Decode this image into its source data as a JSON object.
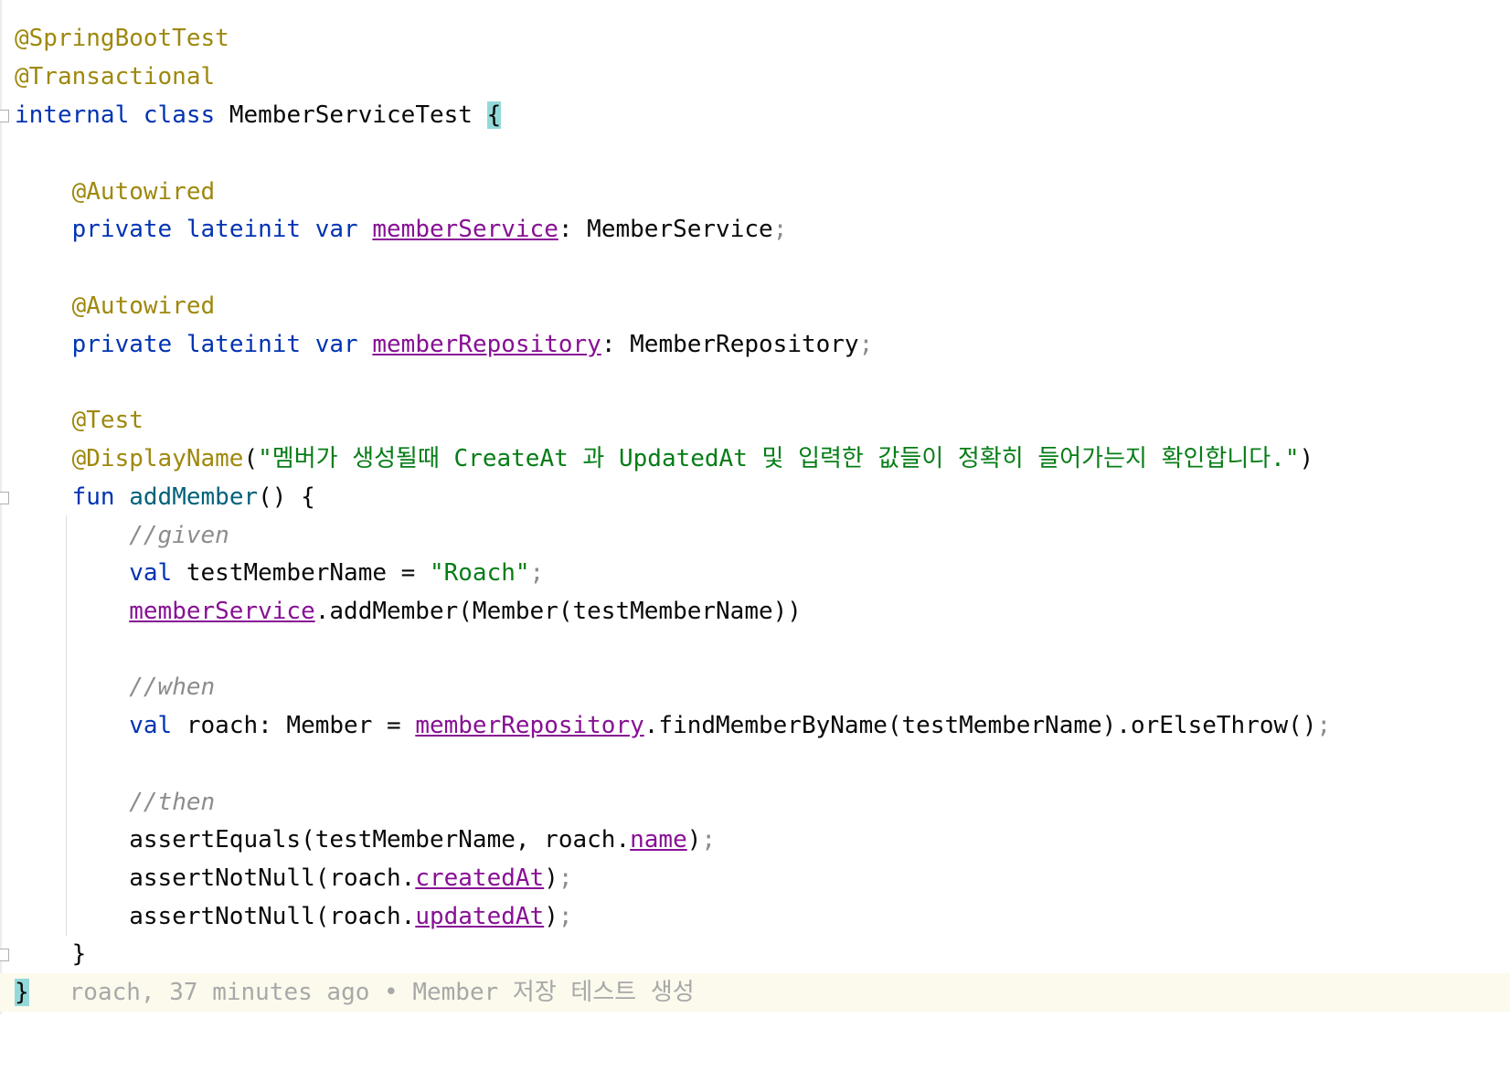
{
  "code": {
    "line1": {
      "ann": "@SpringBootTest"
    },
    "line2": {
      "ann": "@Transactional"
    },
    "line3": {
      "kw1": "internal",
      "kw2": "class",
      "name": "MemberServiceTest",
      "brace": "{"
    },
    "line5": {
      "ann": "@Autowired"
    },
    "line6": {
      "kw1": "private",
      "kw2": "lateinit",
      "kw3": "var",
      "prop": "memberService",
      "type": ": MemberService",
      "semi": ";"
    },
    "line8": {
      "ann": "@Autowired"
    },
    "line9": {
      "kw1": "private",
      "kw2": "lateinit",
      "kw3": "var",
      "prop": "memberRepository",
      "type": ": MemberRepository",
      "semi": ";"
    },
    "line11": {
      "ann": "@Test"
    },
    "line12": {
      "ann": "@DisplayName",
      "open": "(",
      "str": "\"멤버가 생성될때 CreateAt 과 UpdatedAt 및 입력한 값들이 정확히 들어가는지 확인합니다.\"",
      "close": ")"
    },
    "line13": {
      "kw": "fun",
      "fn": "addMember",
      "rest": "() {"
    },
    "line14": {
      "cmt": "//given"
    },
    "line15": {
      "kw": "val",
      "name": "testMemberName = ",
      "str": "\"Roach\"",
      "semi": ";"
    },
    "line16": {
      "prop": "memberService",
      "rest": ".addMember(Member(testMemberName))"
    },
    "line18": {
      "cmt": "//when"
    },
    "line19": {
      "kw": "val",
      "name": "roach: Member = ",
      "prop": "memberRepository",
      "rest": ".findMemberByName(testMemberName).orElseThrow()",
      "semi": ";"
    },
    "line21": {
      "cmt": "//then"
    },
    "line22": {
      "pre": "assertEquals(testMemberName, roach.",
      "prop": "name",
      "post": ")",
      "semi": ";"
    },
    "line23": {
      "pre": "assertNotNull(roach.",
      "prop": "createdAt",
      "post": ")",
      "semi": ";"
    },
    "line24": {
      "pre": "assertNotNull(roach.",
      "prop": "updatedAt",
      "post": ")",
      "semi": ";"
    },
    "line25": {
      "brace": "}"
    },
    "line26": {
      "brace": "}",
      "blame": "roach, 37 minutes ago • Member 저장 테스트 생성"
    }
  }
}
